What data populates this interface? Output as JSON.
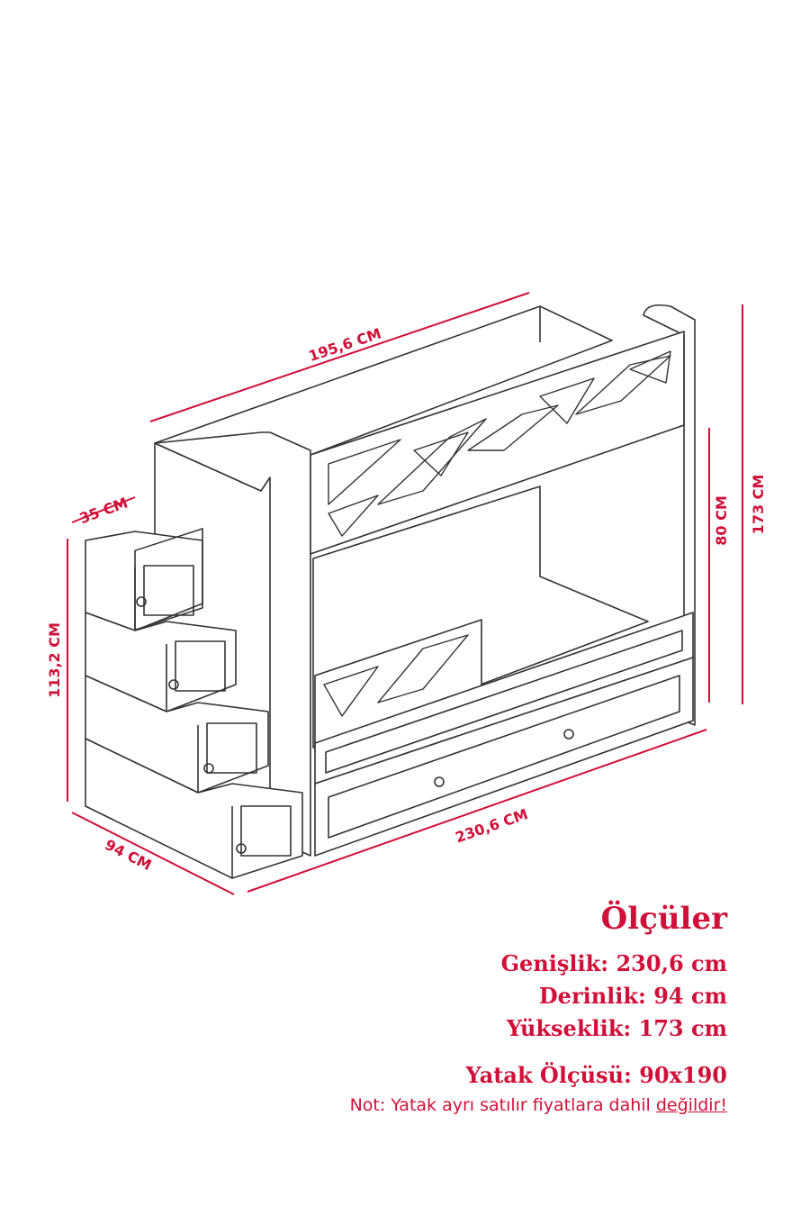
{
  "dimensions": {
    "top_length": "195,6 CM",
    "step_depth": "35 CM",
    "stair_height": "113,2 CM",
    "depth": "94 CM",
    "total_width": "230,6 CM",
    "bed_height": "80 CM",
    "total_height": "173 CM"
  },
  "info": {
    "title": "Ölçüler",
    "width": "Genişlik: 230,6 cm",
    "depth": "Derinlik: 94 cm",
    "height": "Yükseklik: 173 cm",
    "bed_size": "Yatak Ölçüsü: 90x190",
    "note_prefix": "Not: Yatak ayrı satılır fiyatlara dahil ",
    "note_emphasis": "değildir!"
  },
  "colors": {
    "accent": "#d0103a",
    "line": "#333333"
  }
}
